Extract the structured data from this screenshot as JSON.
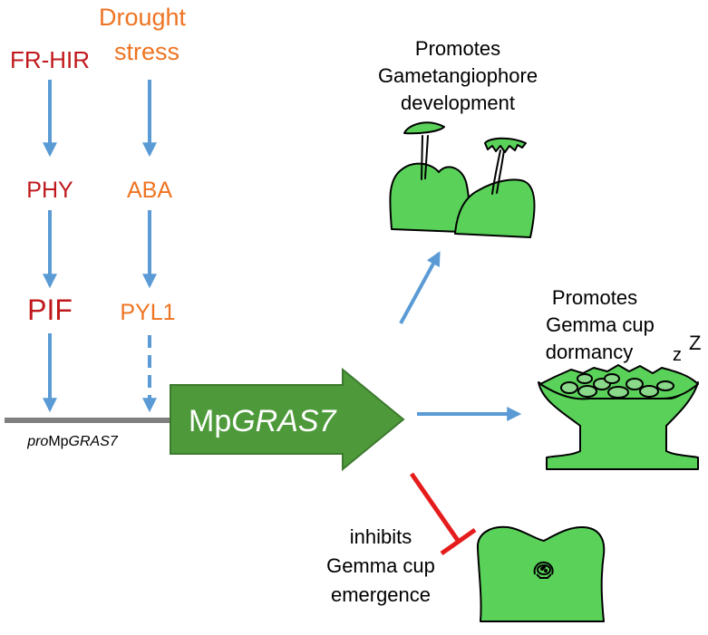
{
  "pathway_fr": {
    "input": "FR-HIR",
    "receptor": "PHY",
    "factor": "PIF"
  },
  "pathway_drought": {
    "input_line1": "Drought",
    "input_line2": "stress",
    "hormone": "ABA",
    "receptor": "PYL1"
  },
  "gene": {
    "prefix": "Mp",
    "name": "GRAS7"
  },
  "promoter": {
    "prefix": "pro",
    "middle": "Mp",
    "name": "GRAS7"
  },
  "outcomes": {
    "gametangiophore": {
      "line1": "Promotes",
      "line2": "Gametangiophore",
      "line3": "development"
    },
    "dormancy": {
      "line1": "Promotes",
      "line2": "Gemma cup",
      "line3": "dormancy",
      "sleep_small": "z",
      "sleep_big": "Z"
    },
    "emergence": {
      "line1": "inhibits",
      "line2": "Gemma cup",
      "line3": "emergence"
    }
  },
  "colors": {
    "fr_text": "#c0191c",
    "drought_text": "#ee7422",
    "arrow": "#5b9bd5",
    "inhibit": "#e51c1c",
    "gene_fill": "#4e9a3b",
    "gene_stroke": "#3d7a2e",
    "plant": "#5ad25a",
    "promoter_line": "#808080"
  }
}
